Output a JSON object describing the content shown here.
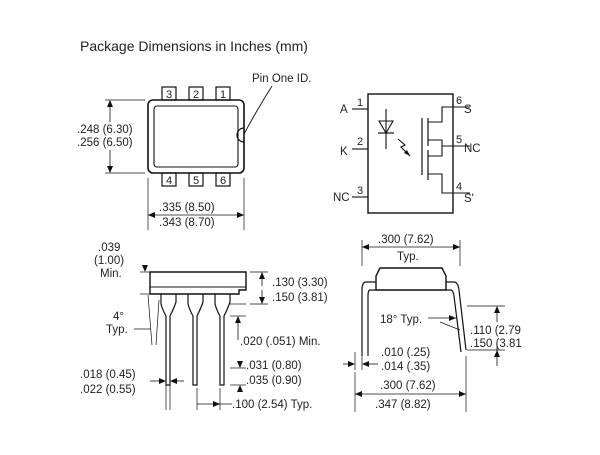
{
  "title": "Package Dimensions in Inches (mm)",
  "top_view": {
    "pin_one_label": "Pin One ID.",
    "top_pins": [
      "3",
      "2",
      "1"
    ],
    "bottom_pins": [
      "4",
      "5",
      "6"
    ],
    "height_min": ".248 (6.30)",
    "height_max": ".256 (6.50)",
    "width_min": ".335 (8.50)",
    "width_max": ".343 (8.70)"
  },
  "schematic": {
    "pins": {
      "p1": "1",
      "p2": "2",
      "p3": "3",
      "p4": "4",
      "p5": "5",
      "p6": "6"
    },
    "labels": {
      "a": "A",
      "k": "K",
      "nc_left": "NC",
      "s": "S",
      "nc_right": "NC",
      "s_prime": "S'"
    }
  },
  "side_view": {
    "standoff_1": ".039",
    "standoff_2": "(1.00)",
    "standoff_3": "Min.",
    "body_h_1": ".130 (3.30)",
    "body_h_2": ".150 (3.81)",
    "angle_1": "4°",
    "angle_2": "Typ.",
    "lead_min": ".020 (.051) Min.",
    "lead_w_1": ".018 (0.45)",
    "lead_w_2": ".022 (0.55)",
    "lead_len_1": ".031 (0.80)",
    "lead_len_2": ".035 (0.90)",
    "pitch": ".100 (2.54) Typ."
  },
  "end_view": {
    "row_spacing": ".300 (7.62)",
    "row_typ": "Typ.",
    "angle": "18° Typ.",
    "seat_1": ".110 (2.79",
    "seat_2": ".150 (3.81",
    "thick_1": ".010 (.25)",
    "thick_2": ".014 (.35)",
    "span_1": ".300 (7.62)",
    "span_2": ".347 (8.82)"
  }
}
